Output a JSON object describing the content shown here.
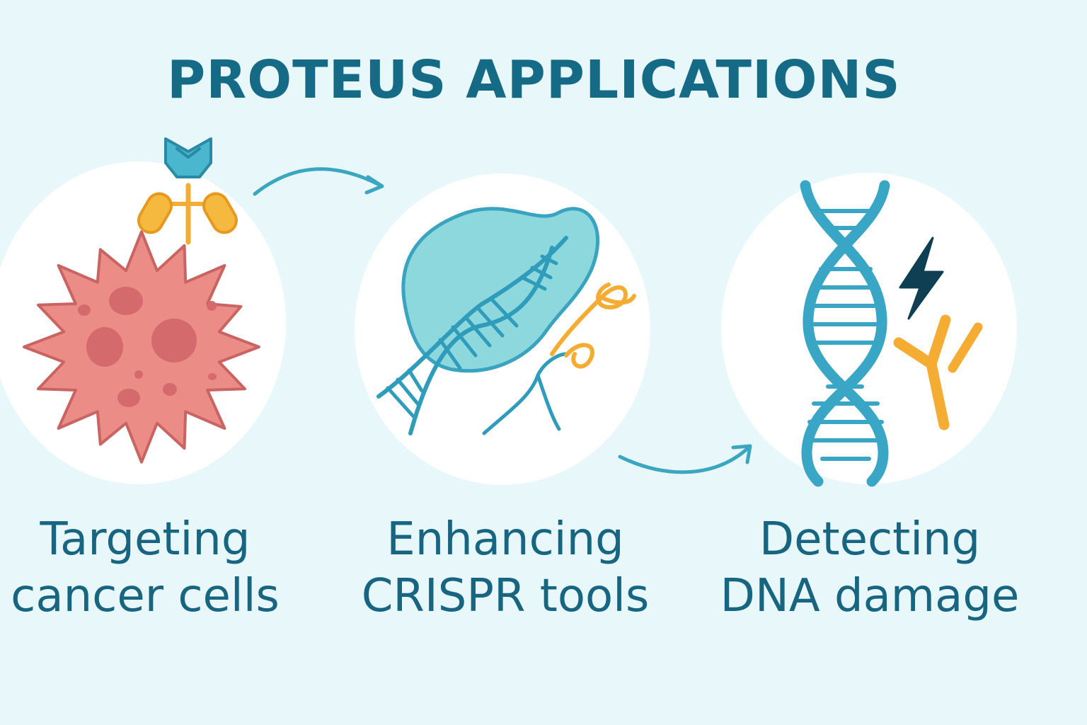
{
  "title": "PROTEUS APPLICATIONS",
  "colors": {
    "background": "#e7f7fa",
    "title": "#156b86",
    "teal": "#3aa3c0",
    "orange": "#f4ac33",
    "cancer_cell": "#ec8c86",
    "dark_navy": "#0f3f52"
  },
  "panels": [
    {
      "line1": "Targeting",
      "line2": "cancer cells",
      "icons": [
        "cancer-cell-icon",
        "antibody-icon"
      ]
    },
    {
      "line1": "Enhancing",
      "line2": "CRISPR tools",
      "icons": [
        "cas-protein-icon",
        "dna-strand-icon",
        "guide-rna-icon"
      ]
    },
    {
      "line1": "Detecting",
      "line2": "DNA damage",
      "icons": [
        "dna-helix-icon",
        "lightning-bolt-icon",
        "antibody-icon"
      ]
    }
  ]
}
